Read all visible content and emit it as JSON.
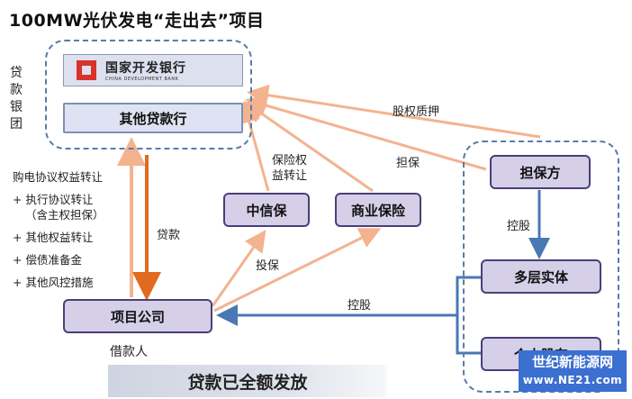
{
  "title": "100MW光伏发电“走出去”项目",
  "lenders": {
    "side_label": "贷款银团",
    "cdb": {
      "name_cn": "国家开发银行",
      "name_en": "CHINA DEVELOPMENT BANK"
    },
    "other": "其他贷款行"
  },
  "measures": [
    "购电协议权益转让",
    "+ 执行协议转让",
    "（含主权担保）",
    "+ 其他权益转让",
    "+ 偿债准备金",
    "+ 其他风控措施"
  ],
  "nodes": {
    "sinosure": "中信保",
    "commercial_insurance": "商业保险",
    "project_company": "项目公司",
    "guarantor": "担保方",
    "multi_entity": "多层实体",
    "individual": "个人股东"
  },
  "edge_labels": {
    "loan": "贷款",
    "insurance_transfer": "保险权\n益转让",
    "equity_pledge": "股权质押",
    "guarantee_top": "担保",
    "guarantee_insure": "投保",
    "holding_mid": "控股",
    "holding_main": "控股"
  },
  "borrower_label": "借款人",
  "banner": "贷款已全额发放",
  "watermark": {
    "line1": "世纪新能源网",
    "line2": "www.NE21.com"
  },
  "colors": {
    "arrow_orange": "#f3b38f",
    "arrow_dark_orange": "#e06a1e",
    "arrow_blue": "#4a78b5",
    "node_fill": "#d5cfe8",
    "node_border": "#4a3f7a"
  }
}
